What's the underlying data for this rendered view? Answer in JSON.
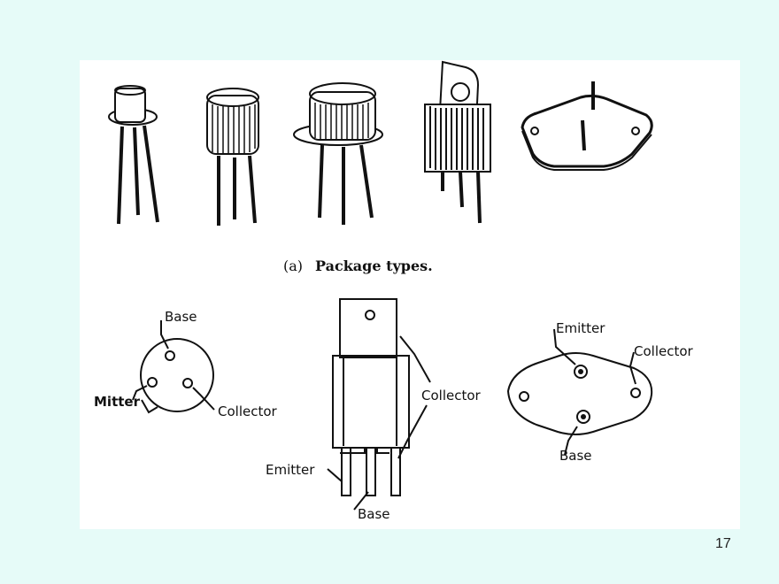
{
  "caption": {
    "prefix": "(a)",
    "text": "Package types."
  },
  "labels": {
    "to_base": "Base",
    "to_emitter": "Mitter",
    "to_collector": "Collector",
    "tab_collector": "Collector",
    "tab_emitter": "Emitter",
    "tab_base": "Base",
    "power_emitter": "Emitter",
    "power_collector": "Collector",
    "power_base": "Base"
  },
  "page_number": "17"
}
